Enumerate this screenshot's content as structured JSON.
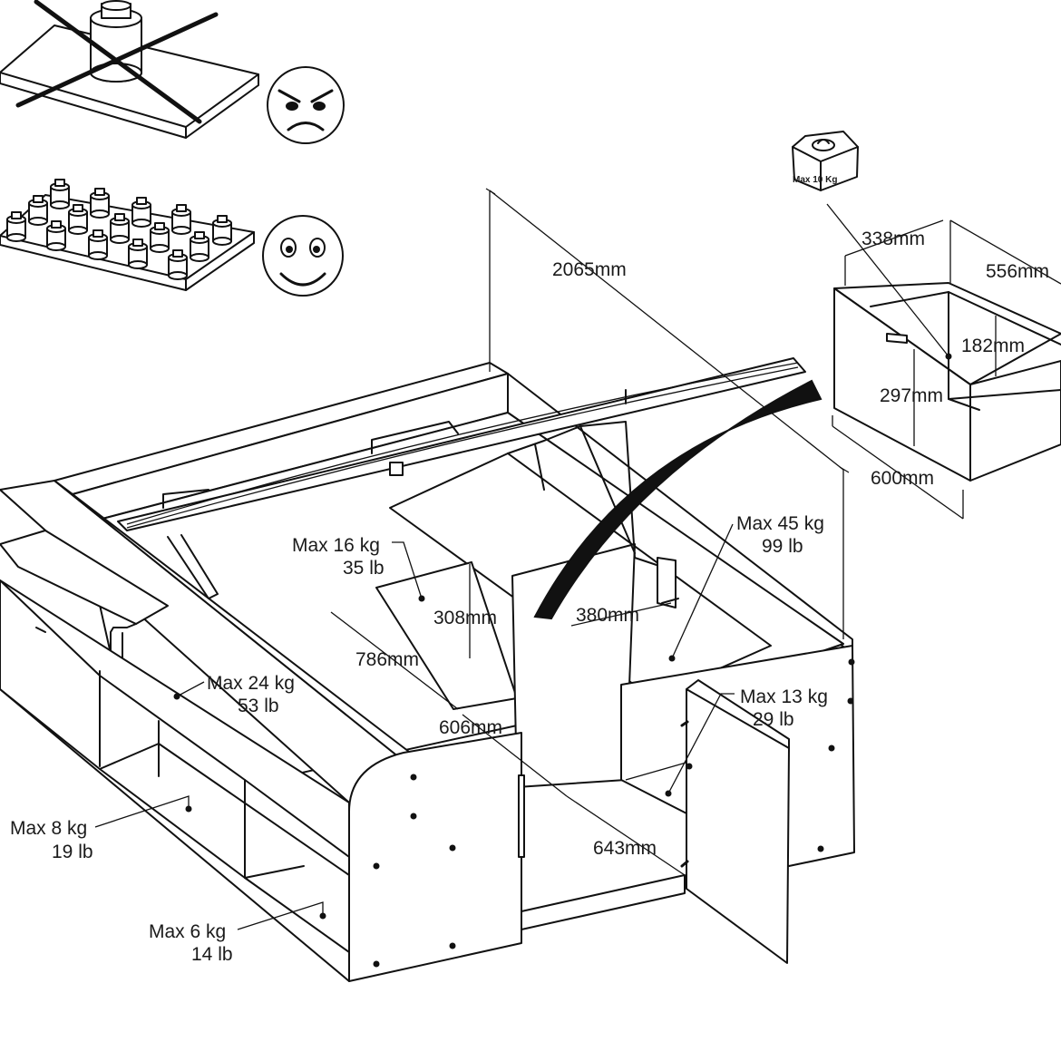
{
  "labels": {
    "length_total": "2065mm",
    "drawer_width": "338mm",
    "drawer_depth": "556mm",
    "drawer_inner_height": "182mm",
    "drawer_height": "297mm",
    "drawer_length": "600mm",
    "drawer_max_weight": "Max 10 Kg",
    "storage_large_kg": "Max 45 kg",
    "storage_large_lb": "99 lb",
    "storage_small_kg": "Max 16 kg",
    "storage_small_lb": "35 lb",
    "storage_height": "308mm",
    "storage_width_small": "380mm",
    "storage_depth": "786mm",
    "shelf_top_kg": "Max 24 kg",
    "shelf_top_lb": "53 lb",
    "compartment_width": "606mm",
    "door_storage_kg": "Max 13 kg",
    "door_storage_lb": "29 lb",
    "compartment_depth": "643mm",
    "shelf_mid_kg": "Max 8 kg",
    "shelf_mid_lb": "19 lb",
    "shelf_low_kg": "Max 6 kg",
    "shelf_low_lb": "14 lb"
  },
  "icons": {
    "bad_load": "overloaded-single-weight-crossed",
    "good_load": "distributed-weights",
    "angry": "angry-face",
    "happy": "happy-face"
  }
}
